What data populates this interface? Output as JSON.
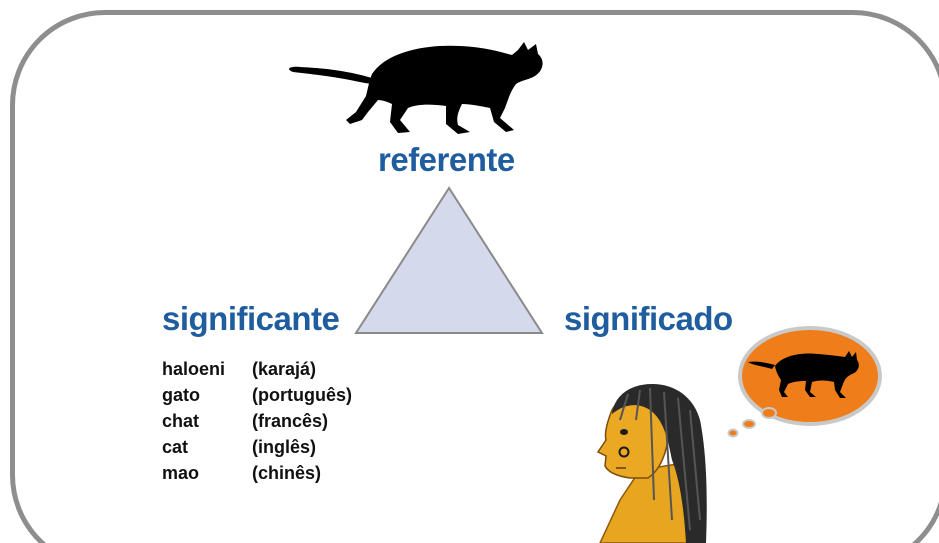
{
  "diagram": {
    "apex_label": "referente",
    "left_label": "significante",
    "right_label": "significado",
    "triangle_color": "#d5d9ec",
    "label_color": "#1f5d9f",
    "thought_bubble_color": "#ee7d1a"
  },
  "words": [
    {
      "term": "haloeni",
      "language": "(karajá)"
    },
    {
      "term": "gato",
      "language": "(português)"
    },
    {
      "term": "chat",
      "language": "(francês)"
    },
    {
      "term": "cat",
      "language": "(inglês)"
    },
    {
      "term": "mao",
      "language": "(chinês)"
    }
  ],
  "icons": [
    "cat-silhouette-icon",
    "thinking-person-icon",
    "thought-bubble-icon",
    "small-cat-icon"
  ]
}
